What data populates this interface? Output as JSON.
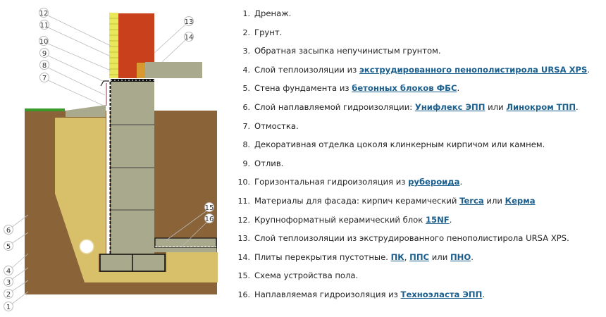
{
  "diagram": {
    "callouts_top": [
      "12",
      "11",
      "10",
      "9",
      "8",
      "7"
    ],
    "callouts_right": [
      "13",
      "14",
      "15",
      "16"
    ],
    "callouts_left": [
      "6",
      "5",
      "4",
      "3",
      "2",
      "1"
    ],
    "colors": {
      "brick": "#c8401c",
      "insulation": "#e8e85a",
      "concrete": "#a9a98e",
      "soil": "#8a6438",
      "sand": "#d8bf6a",
      "grass": "#3a9a2a"
    }
  },
  "legend": [
    {
      "num": "1.",
      "parts": [
        {
          "text": "Дренаж."
        }
      ]
    },
    {
      "num": "2.",
      "parts": [
        {
          "text": "Грунт."
        }
      ]
    },
    {
      "num": "3.",
      "parts": [
        {
          "text": "Обратная засыпка непучинистым грунтом."
        }
      ]
    },
    {
      "num": "4.",
      "parts": [
        {
          "text": "Слой теплоизоляции из "
        },
        {
          "text": "экструдированного пенополистирола URSA XPS",
          "link": true
        },
        {
          "text": "."
        }
      ]
    },
    {
      "num": "5.",
      "parts": [
        {
          "text": "Стена фундамента из "
        },
        {
          "text": "бетонных блоков ФБС",
          "link": true
        },
        {
          "text": "."
        }
      ]
    },
    {
      "num": "6.",
      "parts": [
        {
          "text": "Слой наплавляемой гидроизоляции: "
        },
        {
          "text": "Унифлекс ЭПП",
          "link": true
        },
        {
          "text": " или "
        },
        {
          "text": "Линокром ТПП",
          "link": true
        },
        {
          "text": "."
        }
      ]
    },
    {
      "num": "7.",
      "parts": [
        {
          "text": "Отмостка."
        }
      ]
    },
    {
      "num": "8.",
      "parts": [
        {
          "text": "Декоративная отделка цоколя клинкерным кирпичом или камнем."
        }
      ]
    },
    {
      "num": "9.",
      "parts": [
        {
          "text": "Отлив."
        }
      ]
    },
    {
      "num": "10.",
      "parts": [
        {
          "text": "Горизонтальная гидроизоляция из "
        },
        {
          "text": "рубероида",
          "link": true
        },
        {
          "text": "."
        }
      ]
    },
    {
      "num": "11.",
      "parts": [
        {
          "text": "Материалы для фасада: кирпич керамический "
        },
        {
          "text": "Terca",
          "link": true
        },
        {
          "text": " или "
        },
        {
          "text": "Керма",
          "link": true
        }
      ]
    },
    {
      "num": "12.",
      "parts": [
        {
          "text": "Крупноформатный керамический блок "
        },
        {
          "text": "15NF",
          "link": true
        },
        {
          "text": "."
        }
      ]
    },
    {
      "num": "13.",
      "parts": [
        {
          "text": "Слой теплоизоляции из экструдированного пенополистирола URSA XPS."
        }
      ]
    },
    {
      "num": "14.",
      "parts": [
        {
          "text": "Плиты перекрытия пустотные. "
        },
        {
          "text": "ПК",
          "link": true
        },
        {
          "text": ", "
        },
        {
          "text": "ППС",
          "link": true
        },
        {
          "text": " или "
        },
        {
          "text": "ПНО",
          "link": true
        },
        {
          "text": "."
        }
      ]
    },
    {
      "num": "15.",
      "parts": [
        {
          "text": "Схема устройства пола."
        }
      ]
    },
    {
      "num": "16.",
      "parts": [
        {
          "text": "Наплавляемая гидроизоляция из "
        },
        {
          "text": "Техноэласта ЭПП",
          "link": true
        },
        {
          "text": "."
        }
      ]
    }
  ]
}
